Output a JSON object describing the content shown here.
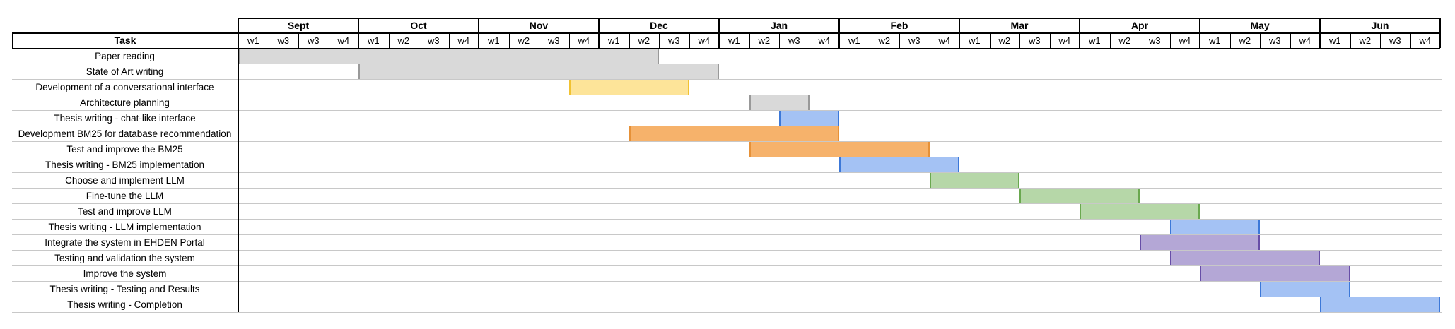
{
  "header": {
    "task_label": "Task",
    "months": [
      "Sept",
      "Oct",
      "Nov",
      "Dec",
      "Jan",
      "Feb",
      "Mar",
      "Apr",
      "May",
      "Jun"
    ],
    "sept_weeks": [
      "w1",
      "w3",
      "w3",
      "w4"
    ],
    "week_labels": [
      "w1",
      "w2",
      "w3",
      "w4"
    ]
  },
  "colors": {
    "gray": "#d9d9d9",
    "gray_edge": "#999999",
    "yellow": "#fde499",
    "yellow_edge": "#f1c232",
    "orange": "#f6b26b",
    "orange_edge": "#e69138",
    "blue": "#a4c2f4",
    "blue_edge": "#3c78d8",
    "green": "#b6d7a8",
    "green_edge": "#6aa84f",
    "purple": "#b4a7d6",
    "purple_edge": "#674ea7"
  },
  "tasks": [
    {
      "name": "Paper reading",
      "start": 0,
      "end": 14,
      "color": "gray"
    },
    {
      "name": "State of Art writing",
      "start": 4,
      "end": 16,
      "color": "gray"
    },
    {
      "name": "Development of a conversational interface",
      "start": 11,
      "end": 15,
      "color": "yellow"
    },
    {
      "name": "Architecture planning",
      "start": 17,
      "end": 19,
      "color": "gray"
    },
    {
      "name": "Thesis writing - chat-like interface",
      "start": 18,
      "end": 20,
      "color": "blue"
    },
    {
      "name": "Development BM25 for database recommendation",
      "start": 13,
      "end": 20,
      "color": "orange"
    },
    {
      "name": "Test and improve the BM25",
      "start": 17,
      "end": 23,
      "color": "orange"
    },
    {
      "name": "Thesis writing - BM25 implementation",
      "start": 20,
      "end": 24,
      "color": "blue"
    },
    {
      "name": "Choose and implement LLM",
      "start": 23,
      "end": 26,
      "color": "green"
    },
    {
      "name": "Fine-tune the LLM",
      "start": 26,
      "end": 30,
      "color": "green"
    },
    {
      "name": "Test and improve LLM",
      "start": 28,
      "end": 32,
      "color": "green"
    },
    {
      "name": "Thesis writing - LLM implementation",
      "start": 31,
      "end": 34,
      "color": "blue"
    },
    {
      "name": "Integrate the system in EHDEN Portal",
      "start": 30,
      "end": 34,
      "color": "purple"
    },
    {
      "name": "Testing and validation the system",
      "start": 31,
      "end": 36,
      "color": "purple"
    },
    {
      "name": "Improve the system",
      "start": 32,
      "end": 37,
      "color": "purple"
    },
    {
      "name": "Thesis writing - Testing and Results",
      "start": 34,
      "end": 37,
      "color": "blue"
    },
    {
      "name": "Thesis writing - Completion",
      "start": 36,
      "end": 40,
      "color": "blue"
    }
  ]
}
